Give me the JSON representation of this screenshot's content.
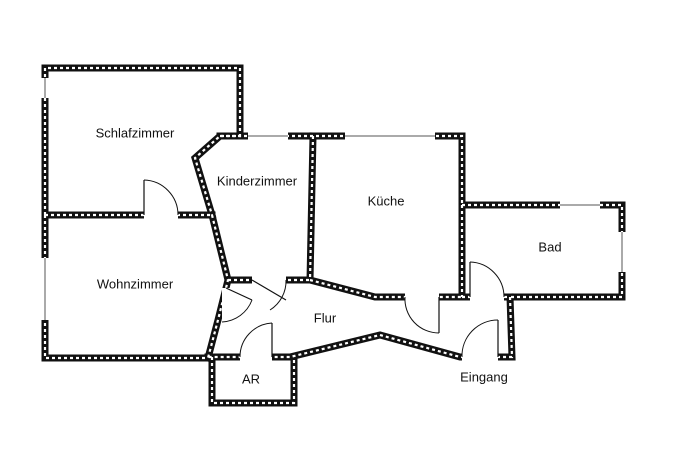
{
  "rooms": {
    "schlafzimmer": "Schlafzimmer",
    "kinderzimmer": "Kinderzimmer",
    "kueche": "Küche",
    "bad": "Bad",
    "wohnzimmer": "Wohnzimmer",
    "flur": "Flur",
    "ar": "AR",
    "eingang": "Eingang"
  }
}
